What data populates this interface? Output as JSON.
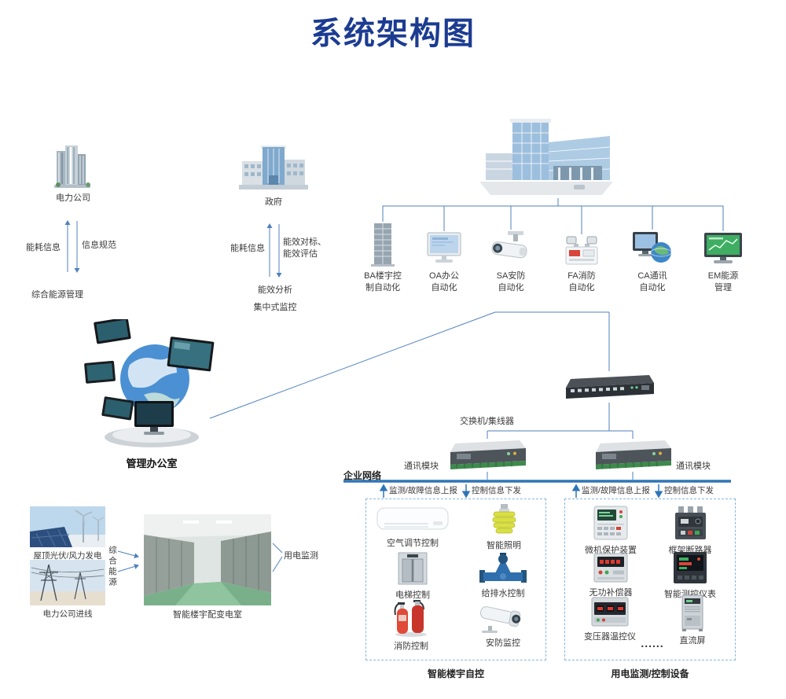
{
  "title": "系统架构图",
  "colors": {
    "title": "#1c3c92",
    "line": "#4f81bd",
    "bus": "#2e75b6",
    "dashed_border": "#85b7dc"
  },
  "top_left": {
    "company": "电力公司",
    "arrow_left": "能耗信息",
    "arrow_right": "信息规范",
    "management": "综合能源管理"
  },
  "government": {
    "name": "政府",
    "arrow_left": "能耗信息",
    "arrow_right_1": "能效对标、",
    "arrow_right_2": "能效评估",
    "analysis_1": "能效分析",
    "analysis_2": "集中式监控"
  },
  "subsystems": [
    {
      "l1": "BA楼宇控",
      "l2": "制自动化"
    },
    {
      "l1": "OA办公",
      "l2": "自动化"
    },
    {
      "l1": "SA安防",
      "l2": "自动化"
    },
    {
      "l1": "FA消防",
      "l2": "自动化"
    },
    {
      "l1": "CA通讯",
      "l2": "自动化"
    },
    {
      "l1": "EM能源",
      "l2": "管理"
    }
  ],
  "management_office": "管理办公室",
  "network": {
    "switch": "交换机/集线器",
    "comm_left": "通讯模块",
    "comm_right": "通讯模块",
    "enterprise": "企业网络",
    "up_left": "监测/故障信息上报",
    "down_left": "控制信息下发",
    "up_right": "监测/故障信息上报",
    "down_right": "控制信息下发"
  },
  "energy": {
    "pv_wind": "屋顶光伏/风力发电",
    "grid_in": "电力公司进线",
    "combined": "综合能源",
    "substation": "智能楼宇配变电室",
    "monitor": "用电监测"
  },
  "bms_box": {
    "items": [
      "空气调节控制",
      "智能照明",
      "电梯控制",
      "给排水控制",
      "消防控制",
      "安防监控"
    ],
    "caption": "智能楼宇自控"
  },
  "power_box": {
    "items": [
      "微机保护装置",
      "框架断路器",
      "无功补偿器",
      "智能测控仪表",
      "变压器温控仪",
      "直流屏"
    ],
    "dots": "......",
    "caption": "用电监测/控制设备"
  },
  "icons": {
    "power_company": "office-building",
    "government": "civic-building",
    "headquarters": "modern-glass-building",
    "ba": "highrise-building",
    "oa": "desktop-monitor",
    "sa": "cctv-camera",
    "fa": "emergency-light",
    "ca": "computer-with-globe",
    "em": "green-screen-monitor",
    "management_office": "globe-with-monitors",
    "switch": "network-switch",
    "comm_module": "communication-module",
    "pv_wind": "solar-and-wind-photo",
    "grid_in": "transmission-towers-photo",
    "substation": "switchgear-room-photo",
    "ac": "air-conditioner",
    "lighting": "cfl-bulb",
    "elevator": "elevator-doors",
    "water": "control-valve",
    "fire": "fire-extinguishers",
    "security": "bullet-camera",
    "protection": "protection-relay",
    "breaker": "circuit-breaker",
    "compensator": "reactive-compensator",
    "meter": "smart-meter",
    "temp": "temperature-controller",
    "dc": "dc-panel-cabinet"
  }
}
